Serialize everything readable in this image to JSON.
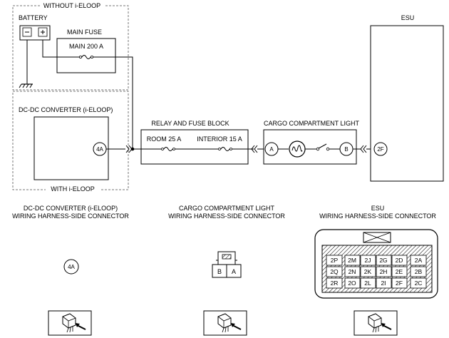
{
  "groups": {
    "without_ieloop": "WITHOUT i-ELOOP",
    "with_ieloop": "WITH i-ELOOP"
  },
  "battery": {
    "label": "BATTERY",
    "neg": "⊖",
    "pos": "⊕"
  },
  "main_fuse": {
    "label": "MAIN FUSE",
    "rating": "MAIN 200 A"
  },
  "dcdc": {
    "label": "DC-DC CONVERTER (i-ELOOP)",
    "terminal": "4A"
  },
  "relay_block": {
    "label": "RELAY AND FUSE BLOCK",
    "fuse1": "ROOM 25 A",
    "fuse2": "INTERIOR 15 A"
  },
  "cargo_light": {
    "label": "CARGO COMPARTMENT LIGHT",
    "term_a": "A",
    "term_b": "B"
  },
  "esu": {
    "label": "ESU",
    "terminal": "2F"
  },
  "connectors": {
    "dcdc": {
      "line1": "DC-DC CONVERTER (i-ELOOP)",
      "line2": "WIRING HARNESS-SIDE CONNECTOR",
      "pin": "4A"
    },
    "cargo": {
      "line1": "CARGO COMPARTMENT LIGHT",
      "line2": "WIRING HARNESS-SIDE CONNECTOR",
      "pins": [
        "B",
        "A"
      ]
    },
    "esu": {
      "line1": "ESU",
      "line2": "WIRING HARNESS-SIDE CONNECTOR",
      "pins": {
        "p2P": "2P",
        "p2Q": "2Q",
        "p2R": "2R",
        "p2M": "2M",
        "p2J": "2J",
        "p2G": "2G",
        "p2D": "2D",
        "p2N": "2N",
        "p2K": "2K",
        "p2H": "2H",
        "p2E": "2E",
        "p2O": "2O",
        "p2L": "2L",
        "p2I": "2I",
        "p2F": "2F",
        "p2A": "2A",
        "p2B": "2B",
        "p2C": "2C"
      }
    }
  }
}
